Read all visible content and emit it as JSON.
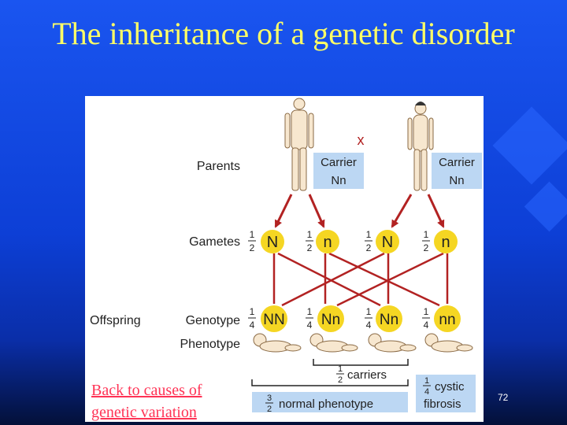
{
  "slide": {
    "title": "The inheritance of a genetic disorder",
    "page_number": "72",
    "back_link": "Back to causes of genetic variation"
  },
  "diagram": {
    "row_labels": {
      "parents": "Parents",
      "gametes": "Gametes",
      "offspring": "Offspring",
      "genotype": "Genotype",
      "phenotype": "Phenotype"
    },
    "cross_symbol": "x",
    "parents": [
      {
        "status": "Carrier",
        "genotype": "Nn"
      },
      {
        "status": "Carrier",
        "genotype": "Nn"
      }
    ],
    "gametes": [
      {
        "fraction": [
          "1",
          "2"
        ],
        "allele": "N"
      },
      {
        "fraction": [
          "1",
          "2"
        ],
        "allele": "n"
      },
      {
        "fraction": [
          "1",
          "2"
        ],
        "allele": "N"
      },
      {
        "fraction": [
          "1",
          "2"
        ],
        "allele": "n"
      }
    ],
    "offspring": [
      {
        "fraction": [
          "1",
          "4"
        ],
        "genotype": "NN"
      },
      {
        "fraction": [
          "1",
          "4"
        ],
        "genotype": "Nn"
      },
      {
        "fraction": [
          "1",
          "4"
        ],
        "genotype": "Nn"
      },
      {
        "fraction": [
          "1",
          "4"
        ],
        "genotype": "nn"
      }
    ],
    "summary": {
      "carriers": {
        "fraction": [
          "1",
          "2"
        ],
        "label": "carriers"
      },
      "normal": {
        "fraction": [
          "3",
          "2"
        ],
        "label": "normal phenotype"
      },
      "affected": {
        "fraction": [
          "1",
          "4"
        ],
        "label_line1": "cystic",
        "label_line2": "fibrosis"
      }
    },
    "colors": {
      "arrow": "#b22222",
      "circle": "#f5d623",
      "box": "#bcd7f3",
      "skin": "#f7e7cf"
    }
  }
}
